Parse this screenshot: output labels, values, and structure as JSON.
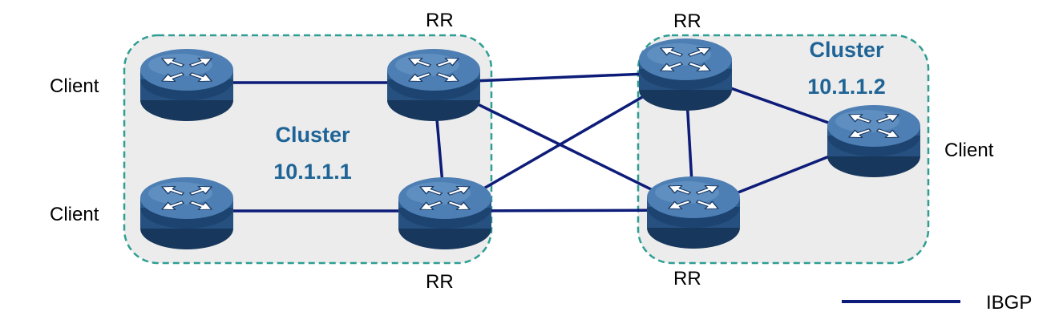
{
  "colors": {
    "link": "#0d1c78",
    "cluster_border": "#2e9e93",
    "cluster_fill": "#ececec",
    "cluster_label": "#1f6496",
    "router_top": "#4e7fb4",
    "router_body": "#25507f"
  },
  "clusters": [
    {
      "id": "cluster-1",
      "title": "Cluster",
      "address": "10.1.1.1"
    },
    {
      "id": "cluster-2",
      "title": "Cluster",
      "address": "10.1.1.2"
    }
  ],
  "routers": [
    {
      "id": "c1-client-top",
      "icon": "router-icon",
      "label": "Client"
    },
    {
      "id": "c1-client-bottom",
      "icon": "router-icon",
      "label": "Client"
    },
    {
      "id": "c1-rr-top",
      "icon": "router-icon",
      "label": "RR"
    },
    {
      "id": "c1-rr-bottom",
      "icon": "router-icon",
      "label": "RR"
    },
    {
      "id": "c2-rr-top",
      "icon": "router-icon",
      "label": "RR"
    },
    {
      "id": "c2-rr-bottom",
      "icon": "router-icon",
      "label": "RR"
    },
    {
      "id": "c2-client",
      "icon": "router-icon",
      "label": "Client"
    }
  ],
  "links": [
    {
      "from": "c1-client-top",
      "to": "c1-rr-top",
      "type": "IBGP"
    },
    {
      "from": "c1-client-bottom",
      "to": "c1-rr-bottom",
      "type": "IBGP"
    },
    {
      "from": "c1-rr-top",
      "to": "c1-rr-bottom",
      "type": "IBGP"
    },
    {
      "from": "c1-rr-top",
      "to": "c2-rr-top",
      "type": "IBGP"
    },
    {
      "from": "c1-rr-top",
      "to": "c2-rr-bottom",
      "type": "IBGP"
    },
    {
      "from": "c1-rr-bottom",
      "to": "c2-rr-top",
      "type": "IBGP"
    },
    {
      "from": "c1-rr-bottom",
      "to": "c2-rr-bottom",
      "type": "IBGP"
    },
    {
      "from": "c2-rr-top",
      "to": "c2-rr-bottom",
      "type": "IBGP"
    },
    {
      "from": "c2-rr-top",
      "to": "c2-client",
      "type": "IBGP"
    },
    {
      "from": "c2-rr-bottom",
      "to": "c2-client",
      "type": "IBGP"
    }
  ],
  "legend": {
    "label": "IBGP"
  }
}
